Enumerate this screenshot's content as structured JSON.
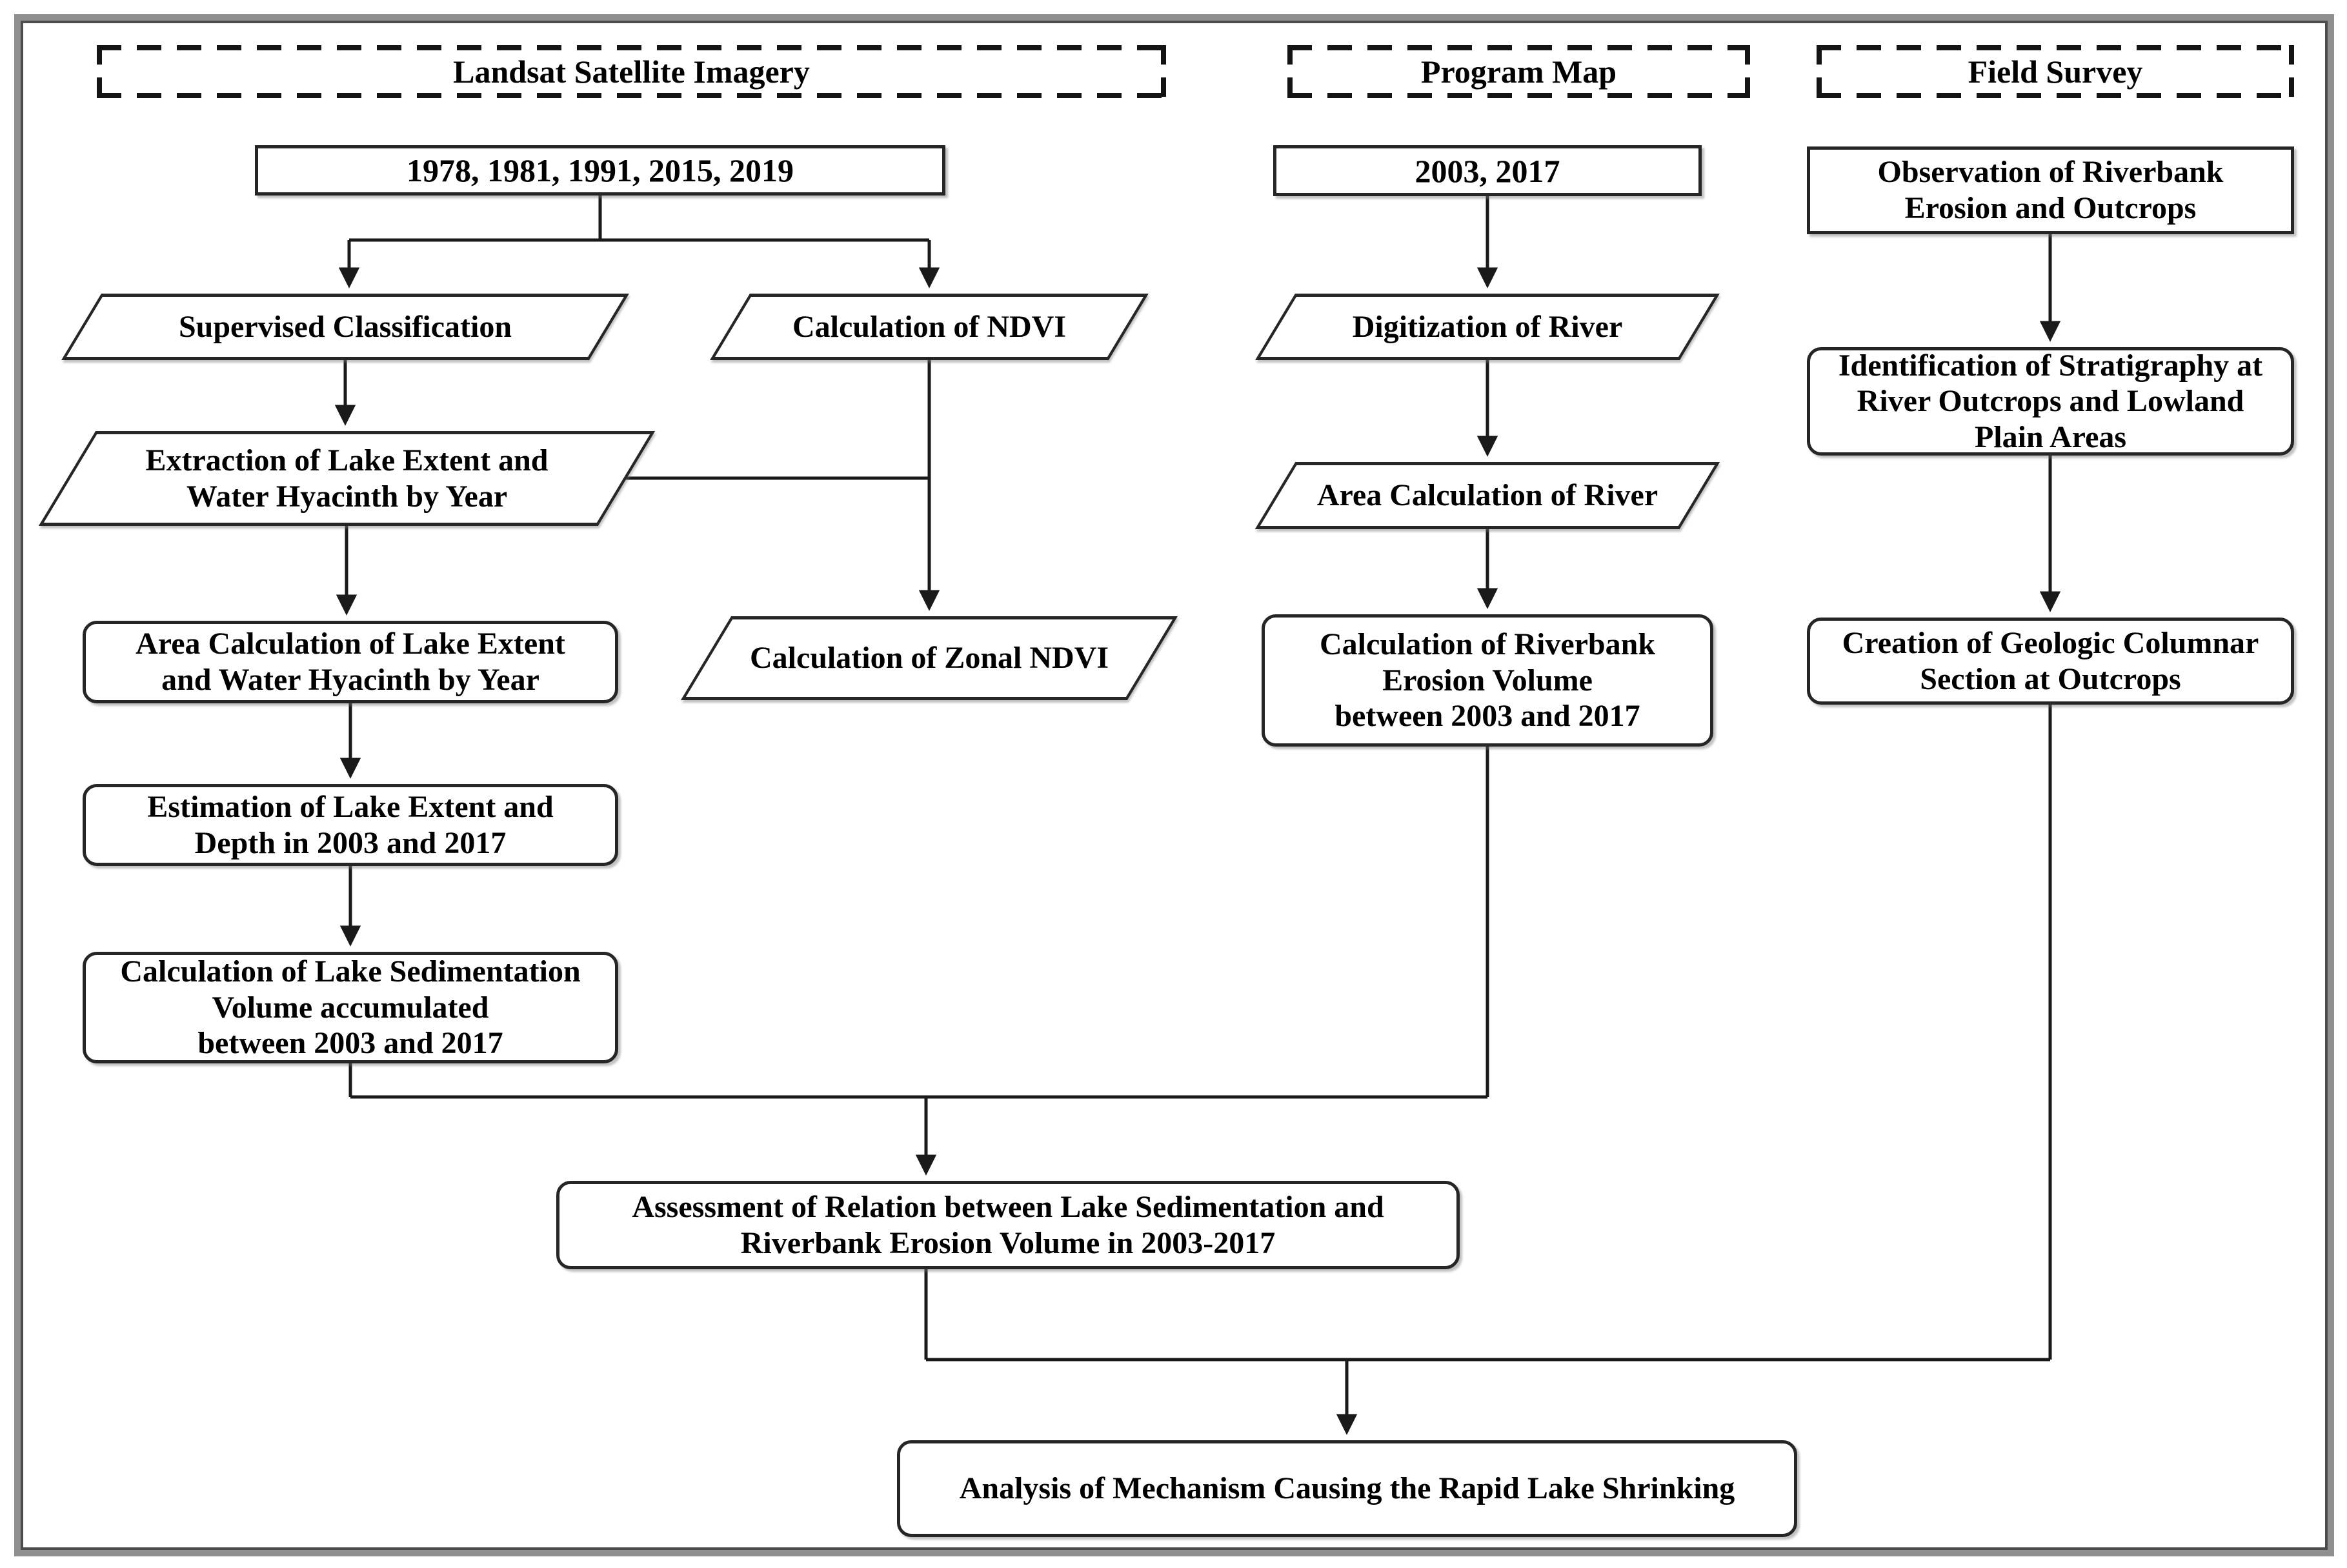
{
  "figure": {
    "type": "methodology-flowchart",
    "background": "#ffffff",
    "line_color": "#1a1a1a",
    "frame_color": "#8f8f8f",
    "text_color": "#000000"
  },
  "nodes": {
    "landsat_header": {
      "label": "Landsat Satellite Imagery"
    },
    "program_header": {
      "label": "Program Map"
    },
    "field_header": {
      "label": "Field Survey"
    },
    "landsat_years": {
      "label": "1978, 1981, 1991, 2015, 2019"
    },
    "program_years": {
      "label": "2003, 2017"
    },
    "observation": {
      "label": "Observation of Riverbank\nErosion and Outcrops"
    },
    "supervised_classification": {
      "label": "Supervised Classification"
    },
    "calculation_ndvi": {
      "label": "Calculation of NDVI"
    },
    "extraction_lake": {
      "label": "Extraction of Lake Extent and\nWater Hyacinth by Year"
    },
    "digitization_river": {
      "label": "Digitization of River"
    },
    "area_calc_river": {
      "label": "Area Calculation of River"
    },
    "zonal_ndvi": {
      "label": "Calculation of Zonal NDVI"
    },
    "area_calc_lake": {
      "label": "Area Calculation of Lake Extent\nand Water Hyacinth by Year"
    },
    "estimation_lake": {
      "label": "Estimation of Lake Extent and\nDepth in 2003 and 2017"
    },
    "lake_sedimentation": {
      "label": "Calculation of Lake Sedimentation\nVolume accumulated\nbetween 2003 and 2017"
    },
    "riverbank_erosion": {
      "label": "Calculation of Riverbank\nErosion Volume\nbetween 2003 and 2017"
    },
    "identification": {
      "label": "Identification of Stratigraphy at\nRiver Outcrops and Lowland\nPlain Areas"
    },
    "creation_geologic": {
      "label": "Creation of Geologic Columnar\nSection at Outcrops"
    },
    "assessment": {
      "label": "Assessment of Relation between Lake Sedimentation and\nRiverbank Erosion Volume in 2003-2017"
    },
    "analysis": {
      "label": "Analysis of Mechanism Causing the Rapid Lake Shrinking"
    }
  }
}
